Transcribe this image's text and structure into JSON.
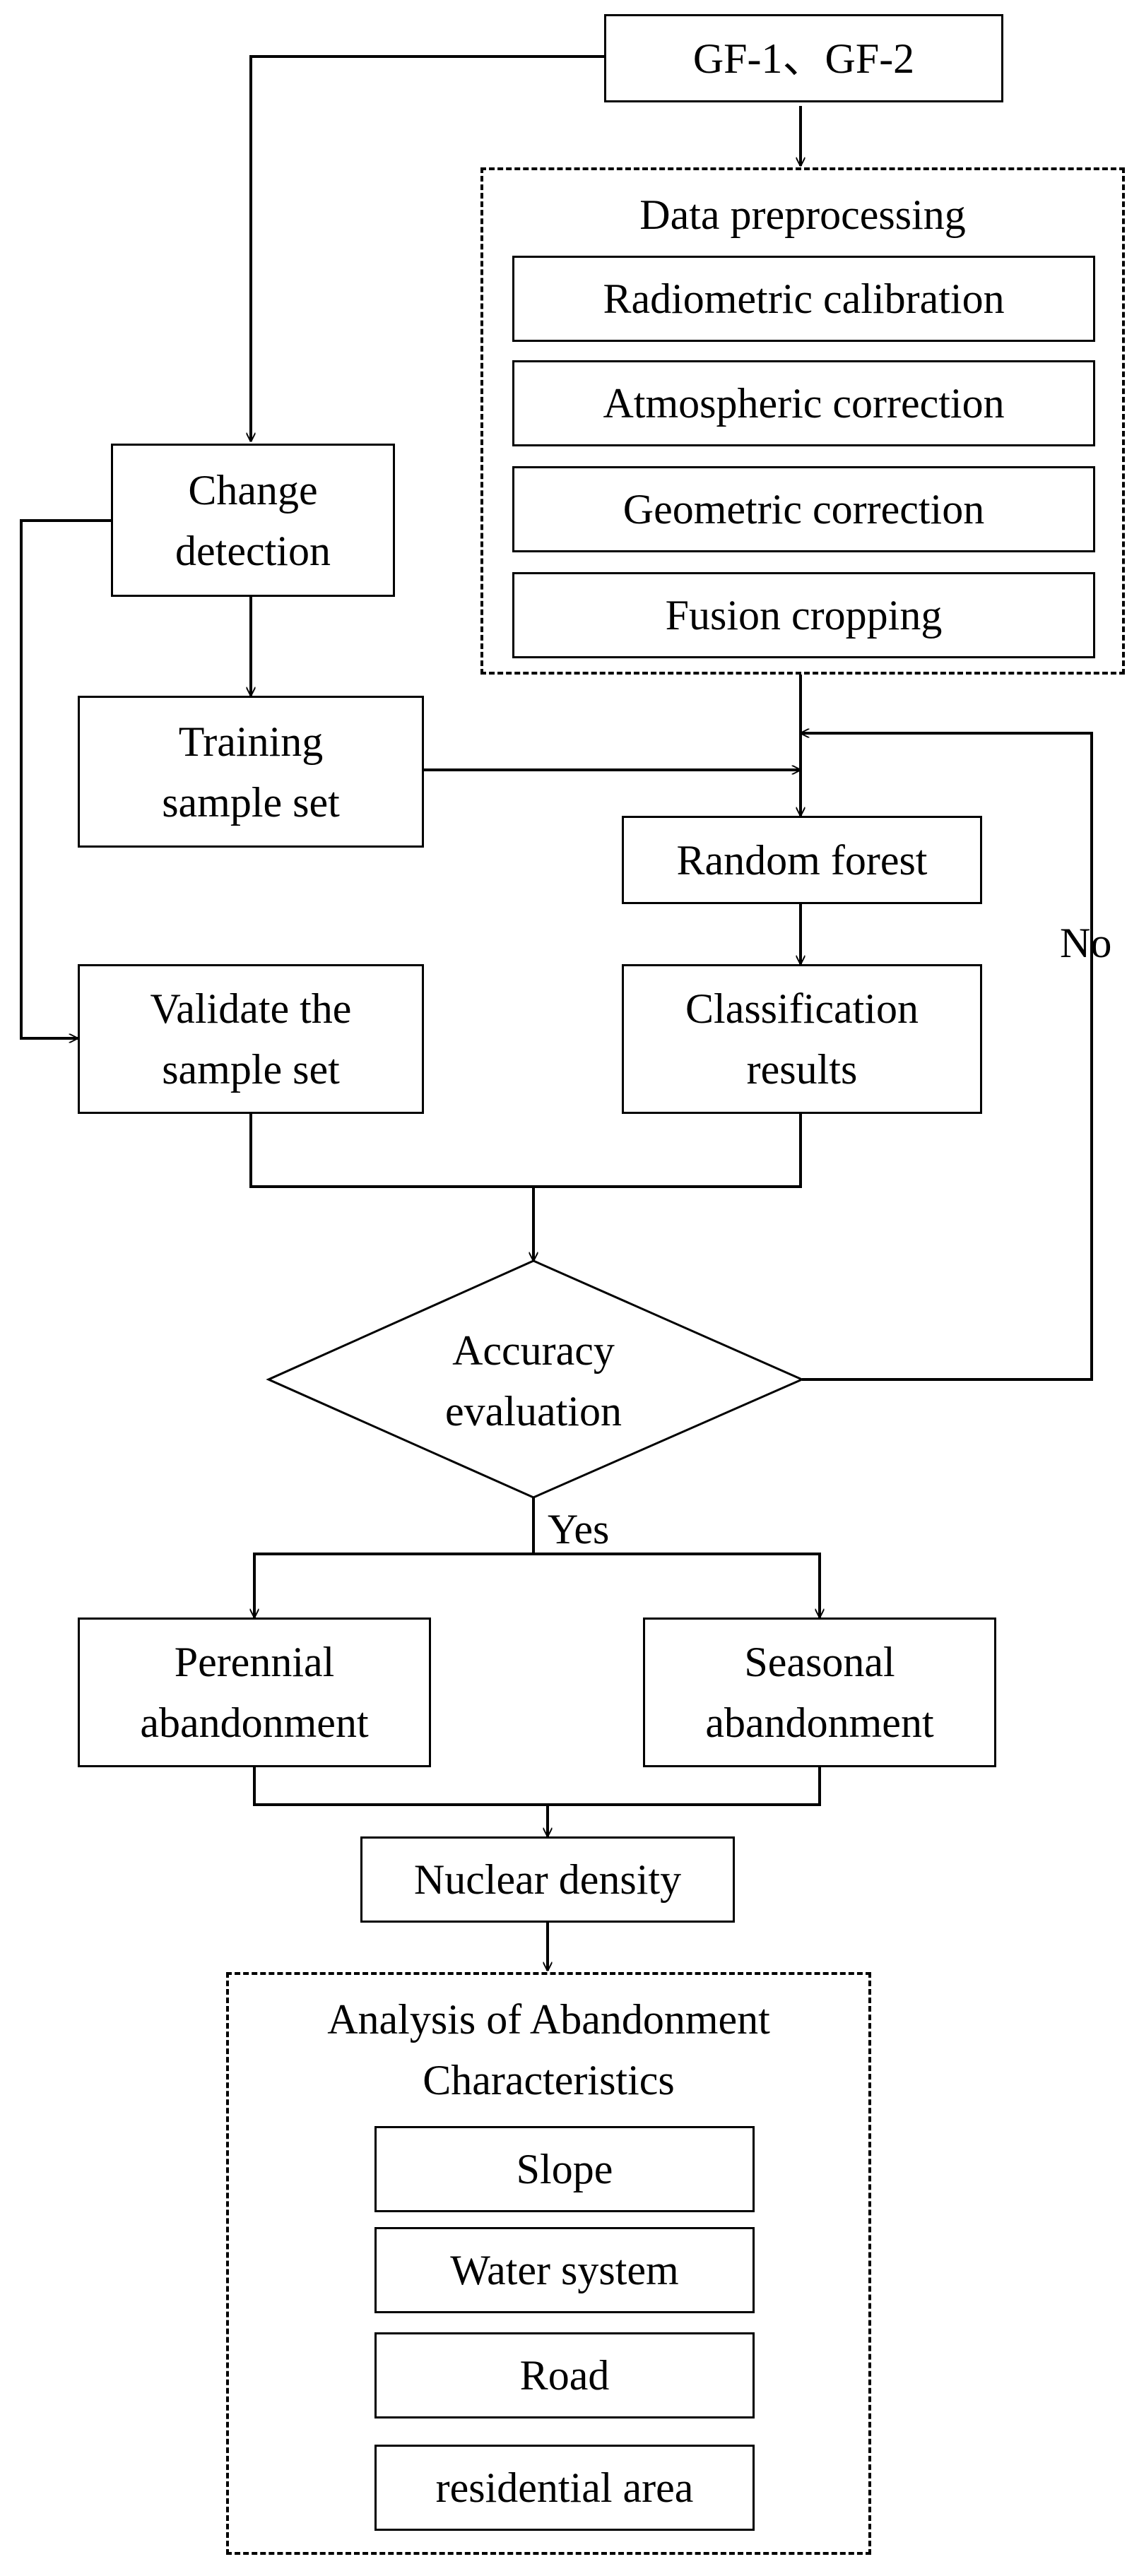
{
  "source_box": "GF-1、GF-2",
  "preprocessing": {
    "title": "Data preprocessing",
    "steps": [
      "Radiometric calibration",
      "Atmospheric correction",
      "Geometric correction",
      "Fusion cropping"
    ]
  },
  "change_detection": [
    "Change",
    "detection"
  ],
  "training_set": [
    "Training",
    "sample set"
  ],
  "validate_set": [
    "Validate the",
    "sample set"
  ],
  "random_forest": "Random forest",
  "classification": [
    "Classification",
    "results"
  ],
  "accuracy": [
    "Accuracy",
    "evaluation"
  ],
  "no_label": "No",
  "yes_label": "Yes",
  "perennial": [
    "Perennial",
    "abandonment"
  ],
  "seasonal": [
    "Seasonal",
    "abandonment"
  ],
  "nuclear_density": "Nuclear density",
  "analysis": {
    "title": [
      "Analysis of Abandonment",
      "Characteristics"
    ],
    "factors": [
      "Slope",
      "Water system",
      "Road",
      "residential area"
    ]
  }
}
